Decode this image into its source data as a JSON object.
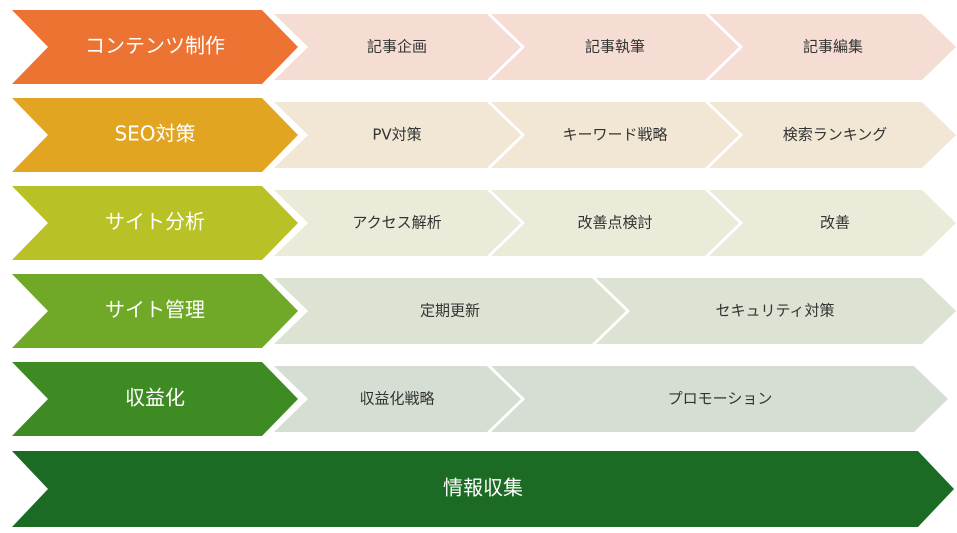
{
  "rows": [
    {
      "label": "コンテンツ制作",
      "color": "#ED7332",
      "sub_color": "#F6DDD3",
      "items": [
        "記事企画",
        "記事執筆",
        "記事編集"
      ]
    },
    {
      "label": "SEO対策",
      "color": "#E2A521",
      "sub_color": "#F1E7D4",
      "items": [
        "PV対策",
        "キーワード戦略",
        "検索ランキング"
      ]
    },
    {
      "label": "サイト分析",
      "color": "#B8C125",
      "sub_color": "#EAEBD8",
      "items": [
        "アクセス解析",
        "改善点検討",
        "改善"
      ]
    },
    {
      "label": "サイト管理",
      "color": "#70A828",
      "sub_color": "#DCE3D2",
      "items": [
        "定期更新",
        "セキュリティ対策"
      ]
    },
    {
      "label": "収益化",
      "color": "#3E8A23",
      "sub_color": "#D6DDD2",
      "items": [
        "収益化戦略",
        "プロモーション"
      ]
    },
    {
      "label": "情報収集",
      "color": "#1C6B24",
      "sub_color": "",
      "items": []
    }
  ]
}
